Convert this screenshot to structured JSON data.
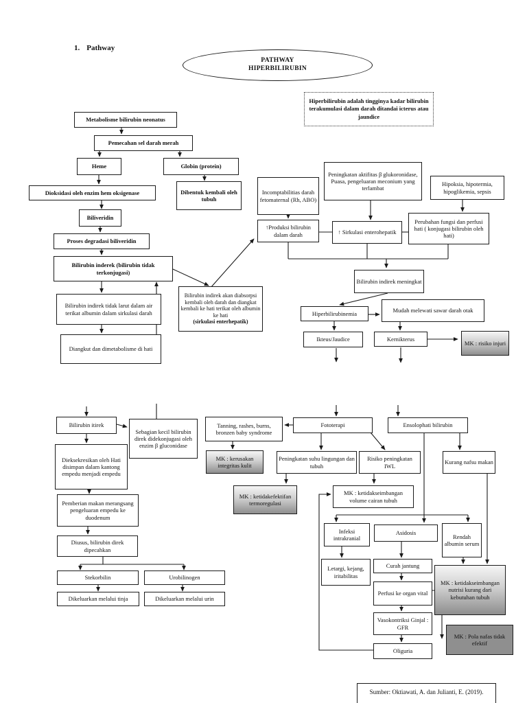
{
  "page": {
    "heading_number": "1.",
    "heading_text": "Pathway"
  },
  "title": {
    "line1": "PATHWAY",
    "line2": "HIPERBILIRUBIN"
  },
  "definition": "Hiperbilirubin adalah tingginya kadar bilirubin terakumulasi dalam darah ditandai icterus atau jaundice",
  "colors": {
    "line": "#1a1a1a",
    "box_border": "#1a1a1a",
    "mk_gradient_top": "#f5f5f5",
    "mk_gradient_bottom": "#8e8e8e",
    "mk_dark_fill": "#8f8f8f"
  },
  "nodes": {
    "metabolisme": "Metabolisme bilirubin neonatus",
    "pemecahan": "Pemecahan sel darah merah",
    "heme": "Heme",
    "globin": "Globin (protein)",
    "dioksidasi": "Dioksidasi oleh enzim hem oksigenase",
    "dibentuk": "Dibentuk kembali oleh tubuh",
    "biliveridin": "Biliveridin",
    "degradasi": "Proses degradasi biliveridin",
    "inderek": "Bilirubin inderek (bilirubin tidak terkonjugasi)",
    "tidak_larut": "Bilirubin indirek tidak larut dalam air terikat albumin dalam sirkulasi darah",
    "diangkut": "Diangkut dan dimetabolisme di hati",
    "diabsorpsi_text": "Bilirubin indirek akan diabsorpsi kembali oleh darah dan diangkat kembali ke hati terikat oleh albumin ke hati",
    "diabsorpsi_bold": "(sirkulasi enterhepatik)",
    "incompt": "Incomptabilitias darah fetomaternal (Rh, ABO)",
    "aktifitas": "Peningkatan aktifitas β glukoronidase, Puasa, pengeluaran meconium yang terlambat",
    "hipoksia": "Hipoksia, hipotermia, hipoglikemia, sepsis",
    "produksi": "↑Produksi bilirubin dalam darah",
    "sirkulasi": "↑ Sirkulasi enterohepatik",
    "perubahan": "Perubahan fungsi dan perfusi hati ( konjugasi bilirubin oleh hati)",
    "meningkat": "Bilirubin indirek meningkat",
    "hiperbilirubinemia": "Hiperbilirubinemia",
    "sawar": "Mudah melewati sawar darah otak",
    "ikteus": "Ikteus/Jaudice",
    "kernikterus": "Kernikterus",
    "mk_injuri": "MK : risiko injuri",
    "itirek": "Bilirubin itirek",
    "sebagian": "Sebagian kecil bilirubin direk didekonjugasi oleh enzim β gluconidase",
    "dieksekresikan": "Dieksekresikan oleh Hati disimpan dalam kantong empedu menjadi empedu",
    "pemberian": "Pemberian makan merangsang pengeluaran empedu ke duodenum",
    "diusus": "Diusus, bilirubin direk dipecahkan",
    "stekorbilin": "Stekorbilin",
    "urobilinogen": "Urobilinogen",
    "tinja": "Dikeluarkan melalui tinja",
    "urin": "Dikeluarkan melalui urin",
    "tanning": "Tanning, rashes, burns, bronzen baby syndrome",
    "fototerapi": "Fototerapi",
    "ensolophati": "Ensolophati bilirubin",
    "mk_kulit": "MK : kerusakan integritas kulit",
    "suhu": "Peningkatan suhu lingungan dan tubuh",
    "iwl": "Risiko peningkatan IWL",
    "kurang_nafsu": "Kurang nafsu makan",
    "mk_termo": "MK : ketidakefektifan termoregulasi",
    "mk_volume": "MK : ketidakseimbangan volume cairan tubuh",
    "infeksi": "Infeksi intrakranial",
    "asidosis": "Asidosis",
    "rendah": "Rendah albumin serum",
    "letargi": "Letargi, kejang, iritabilitas",
    "curah": "Curah jantung",
    "perfusi": "Perfusi ke organ vital",
    "mk_nutrisi": "MK : ketidakseimbangan nutrisi kurang dari kebutuhan tubuh",
    "vasokontriksi": "Vasokontriksi Ginjal : GFR",
    "oliguria": "Oliguria",
    "mk_nafas": "MK : Pola nafas tidak efektif",
    "sumber": "Sumber: Oktiawati, A. dan Julianti, E. (2019)."
  }
}
